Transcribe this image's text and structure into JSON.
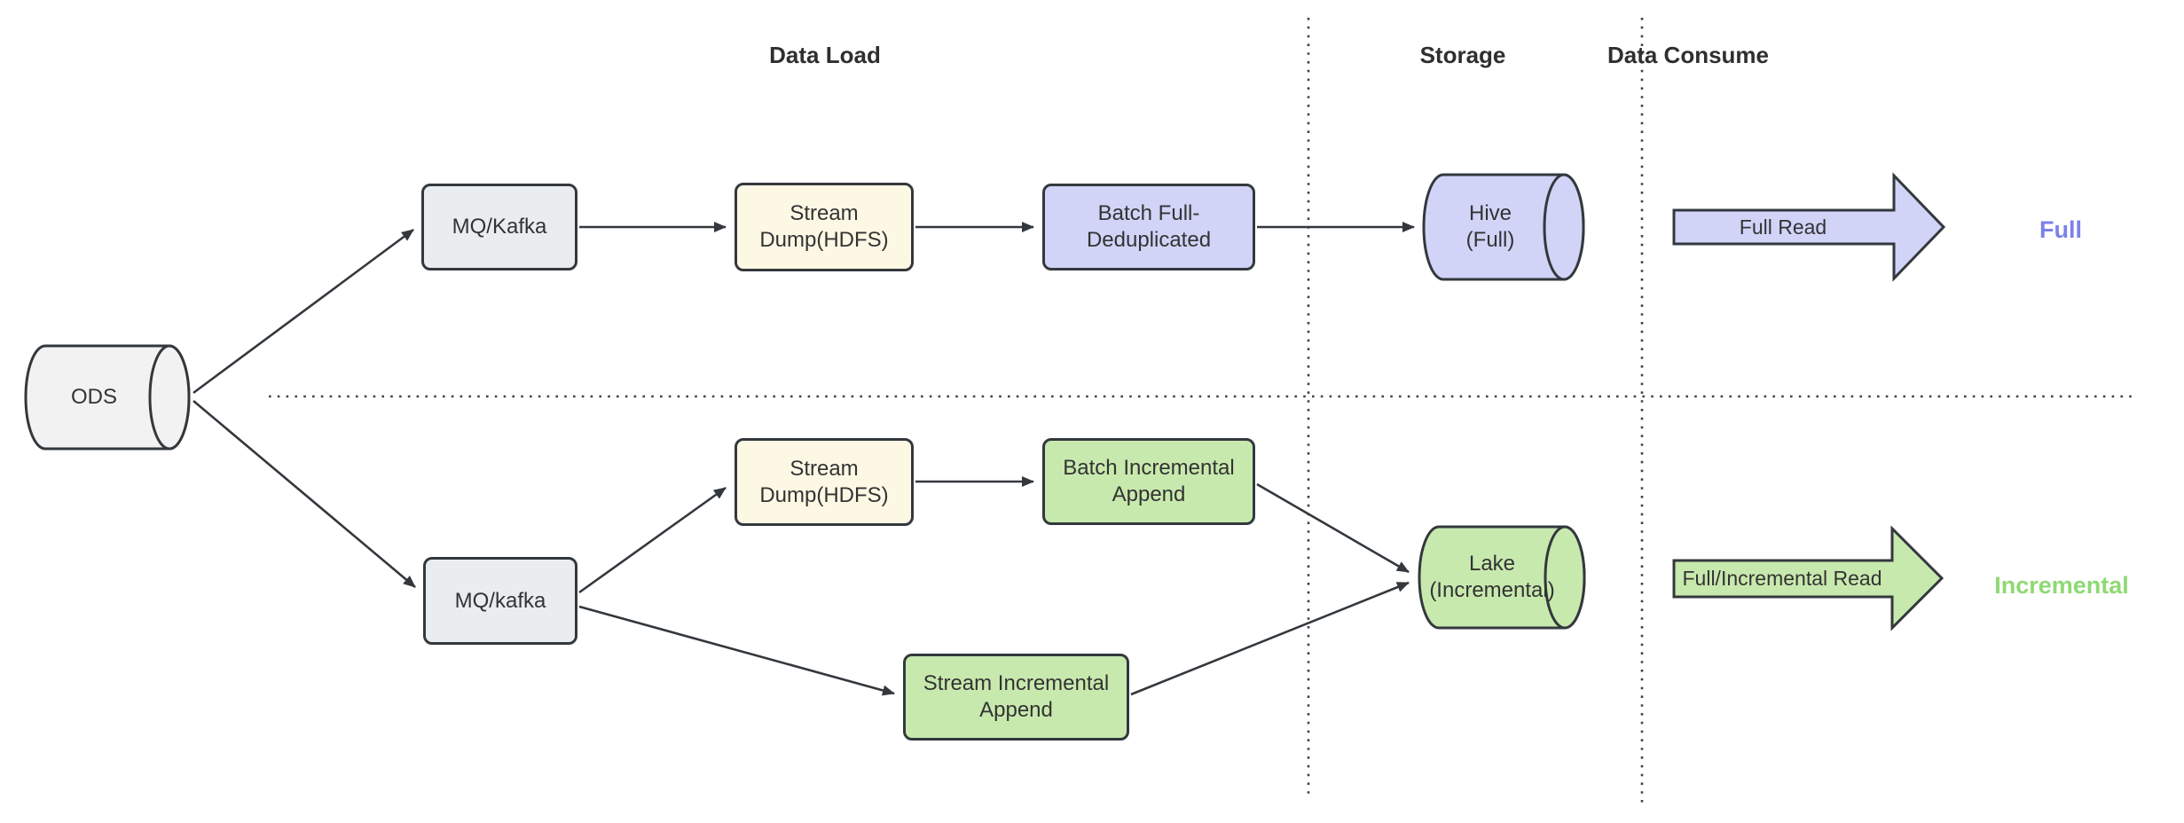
{
  "headers": {
    "data_load": "Data Load",
    "storage": "Storage",
    "data_consume": "Data Consume"
  },
  "nodes": {
    "ods": {
      "label": "ODS",
      "shape": "cylinder",
      "fill": "#f2f2f2"
    },
    "mq_kafka_top": {
      "label": "MQ/Kafka",
      "shape": "rounded-rect",
      "fill": "#e9edef"
    },
    "stream_dump_top": {
      "label": "Stream\nDump(HDFS)",
      "shape": "rounded-rect",
      "fill": "#fdf8e4"
    },
    "batch_full_deduplicated": {
      "label": "Batch Full-\nDeduplicated",
      "shape": "rounded-rect",
      "fill": "#d1d3f7"
    },
    "hive_full": {
      "label": "Hive\n(Full)",
      "shape": "cylinder",
      "fill": "#d1d3f7"
    },
    "mq_kafka_bottom": {
      "label": "MQ/kafka",
      "shape": "rounded-rect",
      "fill": "#e9edef"
    },
    "stream_dump_bottom": {
      "label": "Stream\nDump(HDFS)",
      "shape": "rounded-rect",
      "fill": "#fdf8e4"
    },
    "batch_incremental_append": {
      "label": "Batch Incremental\nAppend",
      "shape": "rounded-rect",
      "fill": "#c8e9ae"
    },
    "stream_incremental_append": {
      "label": "Stream Incremental\nAppend",
      "shape": "rounded-rect",
      "fill": "#c8e9ae"
    },
    "lake_incremental": {
      "label": "Lake\n(Incremental)",
      "shape": "cylinder",
      "fill": "#c8e9ae"
    }
  },
  "consume": {
    "full_read": {
      "label": "Full Read",
      "fill": "#d1d3f7"
    },
    "full_incremental_read": {
      "label": "Full/Incremental Read",
      "fill": "#c8e9ae"
    },
    "full_tag": {
      "text": "Full",
      "color": "#7b82ea"
    },
    "incremental_tag": {
      "text": "Incremental",
      "color": "#8ed973"
    }
  },
  "colors": {
    "stroke": "#33383d",
    "node_text": "#333333",
    "divider": "#3f4347",
    "background": "#ffffff"
  }
}
